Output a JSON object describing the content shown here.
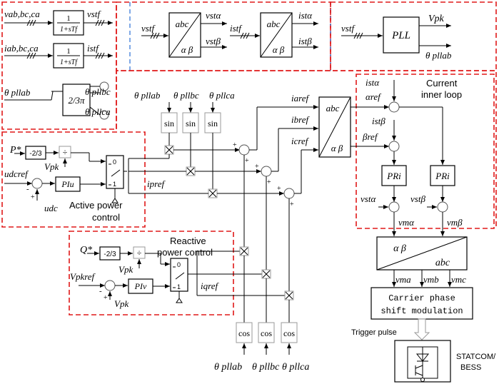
{
  "filters": {
    "v_in": "vab,bc,ca",
    "v_tf_num": "1",
    "v_tf_den": "1+sTf",
    "v_out": "vstf",
    "i_in": "iab,bc,ca",
    "i_tf_num": "1",
    "i_tf_den": "1+sTf",
    "i_out": "istf",
    "theta_in": "θ pllab",
    "gain": "2/3π",
    "theta_bc": "θ pllbc",
    "theta_ca": "θ pllca"
  },
  "clarke_v": {
    "input": "vstf",
    "block_top": "abc",
    "block_bot": "α β",
    "out_a": "vstα",
    "out_b": "vstβ"
  },
  "clarke_i": {
    "input": "istf",
    "block_top": "abc",
    "block_bot": "α β",
    "out_a": "istα",
    "out_b": "istβ"
  },
  "pll": {
    "input": "vstf",
    "block": "PLL",
    "out_v": "Vpk",
    "out_theta": "θ pllab"
  },
  "ref_gen": {
    "theta_labels": [
      "θ pllab",
      "θ pllbc",
      "θ pllca"
    ],
    "sin_label": "sin",
    "cos_label": "cos",
    "iaref": "iaref",
    "ibref": "ibref",
    "icref": "icref",
    "ipref": "ipref",
    "iqref": "iqref",
    "block_top": "abc",
    "block_bot": "α β"
  },
  "active_power": {
    "p_star": "P*",
    "gain": "-2/3",
    "div": "÷",
    "vpk": "Vpk",
    "udcref": "udcref",
    "udc": "udc",
    "pi": "PIu",
    "sw_top": "0",
    "sw_bot": "1",
    "title_line1": "Active power",
    "title_line2": "control"
  },
  "reactive_power": {
    "q_star": "Q*",
    "gain": "-2/3",
    "div": "÷",
    "vpk": "Vpk",
    "vpkref": "Vpkref",
    "vpk2": "Vpk",
    "pi": "PIv",
    "sw_top": "0",
    "sw_bot": "1",
    "title_line1": "Reactive",
    "title_line2": "power control"
  },
  "current_loop": {
    "title_line1": "Current",
    "title_line2": "inner loop",
    "i_alpha": "istα",
    "alpha_ref": "αref",
    "i_beta": "istβ",
    "beta_ref": "βref",
    "pr": "PRi",
    "v_alpha": "vstα",
    "v_beta": "vstβ",
    "vm_alpha": "vmα",
    "vm_beta": "vmβ"
  },
  "inv_transform": {
    "top": "α β",
    "bot": "abc",
    "vma": "vma",
    "vmb": "vmb",
    "vmc": "vmc"
  },
  "modulation": {
    "line1": "Carrier phase",
    "line2": "shift modulation"
  },
  "trigger": "Trigger pulse",
  "device": {
    "line1": "STATCOM/",
    "line2": "BESS"
  },
  "bottom_thetas": [
    "θ pllab",
    "θ pllbc",
    "θ pllca"
  ],
  "colors": {
    "frame_red": "#e01818",
    "frame_blue": "#2a6fd6"
  }
}
